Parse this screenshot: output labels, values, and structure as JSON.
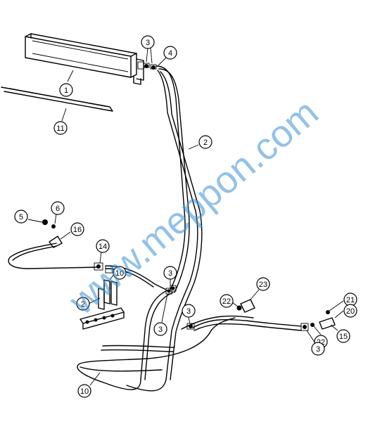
{
  "watermark": {
    "text": "www.meppon.com",
    "color": "#3a8fd6"
  },
  "callouts": [
    {
      "id": "c1",
      "label": "1"
    },
    {
      "id": "c3a",
      "label": "3"
    },
    {
      "id": "c4",
      "label": "4"
    },
    {
      "id": "c11",
      "label": "11"
    },
    {
      "id": "c2a",
      "label": "2"
    },
    {
      "id": "c5",
      "label": "5"
    },
    {
      "id": "c6",
      "label": "6"
    },
    {
      "id": "c16",
      "label": "16"
    },
    {
      "id": "c14",
      "label": "14"
    },
    {
      "id": "c10a",
      "label": "10"
    },
    {
      "id": "c2b",
      "label": "2"
    },
    {
      "id": "c3b",
      "label": "3"
    },
    {
      "id": "c3c",
      "label": "3"
    },
    {
      "id": "c3d",
      "label": "3"
    },
    {
      "id": "c22a",
      "label": "22"
    },
    {
      "id": "c23",
      "label": "23"
    },
    {
      "id": "c21",
      "label": "21"
    },
    {
      "id": "c20",
      "label": "20"
    },
    {
      "id": "c22b",
      "label": "22"
    },
    {
      "id": "c15",
      "label": "15"
    },
    {
      "id": "c3e",
      "label": "3"
    },
    {
      "id": "c10b",
      "label": "10"
    }
  ]
}
